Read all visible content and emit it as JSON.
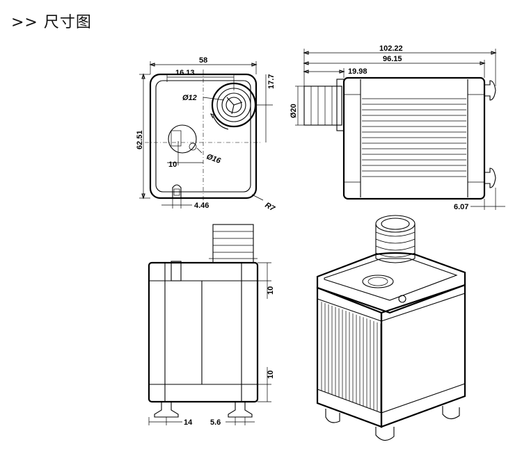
{
  "page": {
    "heading": ">> 尺寸图"
  },
  "front_view": {
    "dims": {
      "width": "58",
      "inlet_offset": "16.13",
      "outlet_offset": "17.7",
      "height": "62.51",
      "outlet_dia": "Ø12",
      "inlet_dia": "Ø16",
      "inlet_x": "10",
      "notch_w": "4.46",
      "corner_r": "R7"
    }
  },
  "side_view": {
    "dims": {
      "total_len": "102.22",
      "len_no_feet": "96.15",
      "nozzle_len": "19.98",
      "nozzle_dia": "Ø20",
      "foot_len": "6.07"
    }
  },
  "bottom_view": {
    "dims": {
      "top_band": "10",
      "bottom_band": "10",
      "foot_gap": "14",
      "foot_w": "5.6"
    }
  }
}
